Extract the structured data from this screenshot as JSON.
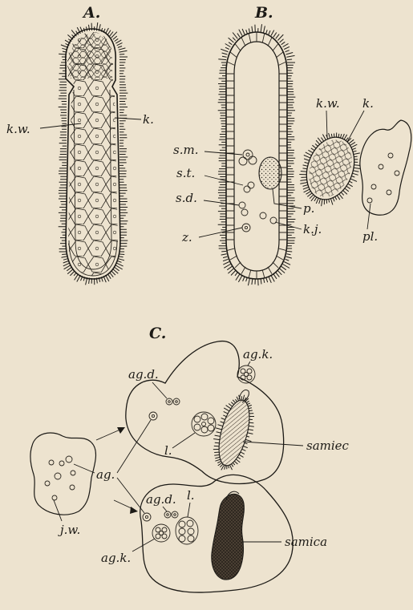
{
  "figure": {
    "panels": {
      "a": "A.",
      "b": "B.",
      "c": "C."
    },
    "labels": {
      "a_kw": "k.w.",
      "a_k": "k.",
      "b_sm": "s.m.",
      "b_st": "s.t.",
      "b_sd": "s.d.",
      "b_z": "z.",
      "b_kw": "k.w.",
      "b_k": "k.",
      "b_p": "p.",
      "b_kj": "k.j.",
      "b_pl": "pl.",
      "c_agk_top": "ag.k.",
      "c_agd_top": "ag.d.",
      "c_ag": "ag.",
      "c_l_top": "l.",
      "c_samiec": "samiec",
      "c_jw": "j.w.",
      "c_agd_bottom": "ag.d.",
      "c_l_bottom": "l.",
      "c_samica": "samica",
      "c_agk_bottom": "ag.k."
    }
  }
}
